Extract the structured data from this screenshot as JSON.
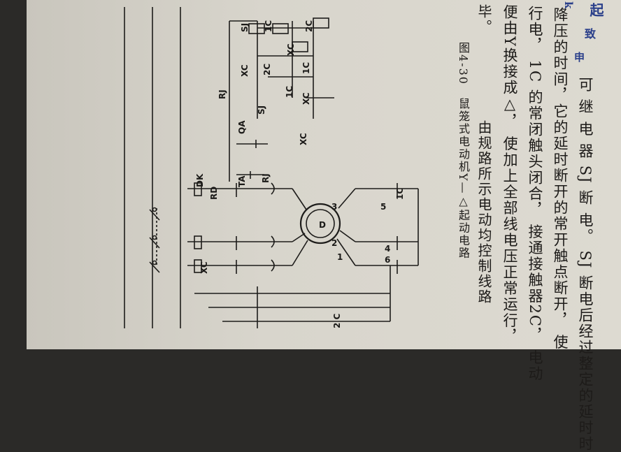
{
  "figure": {
    "caption": "图4-30　鼠笼式电动机Y—△起动电路",
    "labels": {
      "dk": "DK",
      "rd": "RD",
      "xc_main": "XC",
      "rj_main": "RJ",
      "motor": "D",
      "ta": "TA",
      "qa": "QA",
      "xc_hold": "XC",
      "rj_ctrl": "RJ",
      "sj_contact": "SJ",
      "xc_nc": "XC",
      "c2_nc": "2C",
      "c1_nc": "1C",
      "xc_nc2": "XC",
      "c1_no": "1C",
      "coil_sj": "SJ",
      "coil_1c": "1C",
      "coil_xc": "XC",
      "coil_2c": "2C",
      "c1_star": "1C",
      "c2_delta": "2 C",
      "t1": "1",
      "t2": "2",
      "t3": "3",
      "t4": "4",
      "t5": "5",
      "t6": "6"
    }
  },
  "body_text": {
    "col1": "可 继 电 器 SJ 断 电。 SJ 断电后经过整定的延时时",
    "col2": "降压的时间，它的延时断开的常开触点断开， 使",
    "col3": "行电， 1C 的常闭触头闭合， 接通接触器2C， 电动",
    "col4": "便由Y换接成△， 使加上全部线电压正常运行，",
    "col5": "毕。　　　　　　由规路所示电动均控制线路"
  },
  "handwriting": {
    "a": "起",
    "b": "致",
    "c": "申",
    "d": "k"
  }
}
